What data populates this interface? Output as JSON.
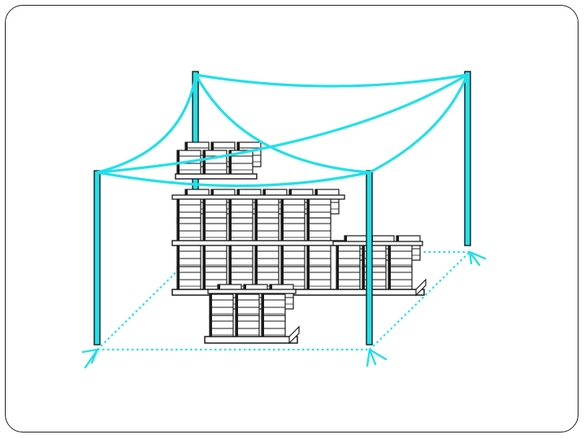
{
  "slide": {
    "colors": {
      "accent": "#22e0e8",
      "line": "#1a1a1a",
      "drum_fill": "#ffffff",
      "background": "#ffffff"
    },
    "diagram": {
      "subject": "poles-with-cables-over-stacked-drums",
      "pole_count": 4,
      "drum_stack_count": 4
    }
  }
}
